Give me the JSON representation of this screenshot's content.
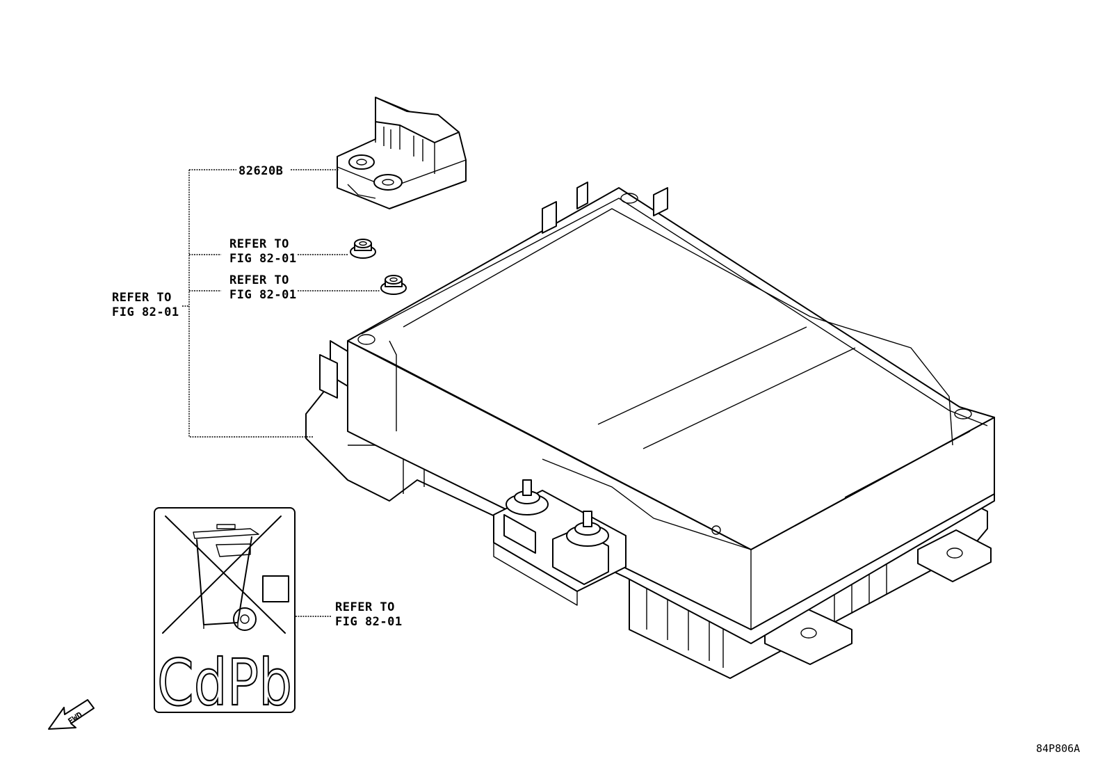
{
  "labels": {
    "part_number": "82620B",
    "refer_nut_1_line1": "REFER TO",
    "refer_nut_1_line2": "FIG 82-01",
    "refer_nut_2_line1": "REFER TO",
    "refer_nut_2_line2": "FIG 82-01",
    "refer_main_line1": "REFER TO",
    "refer_main_line2": "FIG 82-01",
    "refer_label_line1": "REFER TO",
    "refer_label_line2": "FIG 82-01"
  },
  "caution_label": {
    "text": "CdPb"
  },
  "fwd_arrow": {
    "text": "FWD"
  },
  "figure_code": "84P806A",
  "icons": [
    "crossed-out-bin-icon",
    "fwd-arrow-icon"
  ]
}
